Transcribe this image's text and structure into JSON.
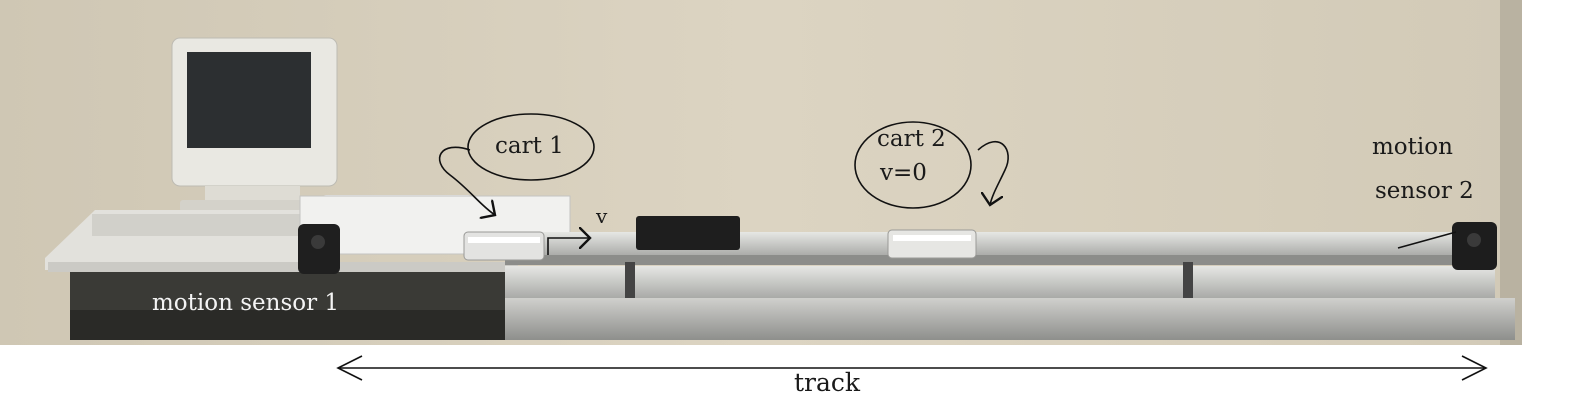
{
  "labels": {
    "cart1": "cart 1",
    "cart2_line1": "cart 2",
    "cart2_line2": "v=0",
    "velocity": "v",
    "motion_sensor_2_line1": "motion",
    "motion_sensor_2_line2": "sensor 2",
    "motion_sensor_1": "motion sensor 1",
    "track": "track"
  },
  "colors": {
    "wall": "#d9d1bf",
    "track": "#c6c7c5",
    "cart_body": "#f0f0ee",
    "sensor": "#1f1f1f",
    "annotation": "#111111"
  }
}
